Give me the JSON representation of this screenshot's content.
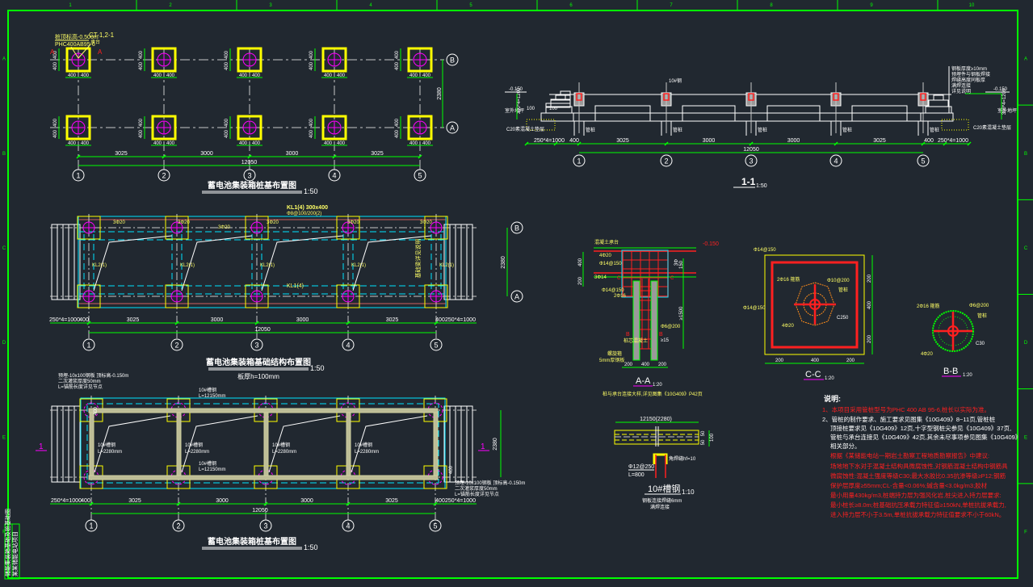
{
  "app": {
    "type": "CAD drawing viewer",
    "background": "#212830"
  },
  "colors": {
    "frame": "#00ff00",
    "pile_cap": "#ffff00",
    "pile": "#ff00ff",
    "axis_line": "#c8c8c8",
    "beam_dash": "#00e5ff",
    "rebar": "#ff2020",
    "note_text": "#ff2020",
    "text_white": "#ffffff",
    "text_yellow": "#ffff66",
    "dim": "#00ff00",
    "cc_orange": "#ff8c1a"
  },
  "border": {
    "top_columns": [
      "1",
      "2",
      "3",
      "4",
      "5",
      "6",
      "7",
      "8",
      "9",
      "10"
    ],
    "right_rows": [
      "A",
      "B",
      "C",
      "D",
      "E",
      "F"
    ],
    "title_block": [
      "储能集装箱基础及桩基础图",
      "某某储能电站项目"
    ]
  },
  "plan1": {
    "title": "蓄电池集装箱桩基布置图",
    "scale": "1:50",
    "axes": [
      "1",
      "2",
      "3",
      "4",
      "5"
    ],
    "rows": [
      "B",
      "A"
    ],
    "spans": [
      "3025",
      "3000",
      "3000",
      "3025"
    ],
    "total": "12050",
    "row_spacing": "2380",
    "cap_dims": [
      "400",
      "400"
    ],
    "pile_label_1": "桩顶标高-0.500m",
    "pile_label_2": "PHC400AB95-6",
    "cap_label": "CT-1,2-1",
    "cap_sub": "承台",
    "section_mark": "A"
  },
  "section11": {
    "title": "1-1",
    "scale": "1:50",
    "axes": [
      "1",
      "2",
      "3",
      "4",
      "5"
    ],
    "spans": [
      "3025",
      "3000",
      "3000",
      "3025"
    ],
    "total": "12050",
    "side_left": "250*4=1000",
    "side_right": "250*4=1000",
    "edge": "400",
    "elev_top": "-0.150",
    "elev_ground": "室外地坪",
    "step_dim": "300*4=1200",
    "dim_100": "100",
    "gravel": "C20素混凝土垫层",
    "pile_tag": "管桩",
    "notes": [
      "钢板厚度≥10mm",
      "预埋件与钢板焊接",
      "焊缝高度同板厚",
      "满焊连接",
      "详见说明"
    ]
  },
  "plan2": {
    "title": "蓄电池集装箱基础结构布置图",
    "scale": "1:50",
    "subtitle": "板厚h=100mm",
    "axes": [
      "1",
      "2",
      "3",
      "4",
      "5"
    ],
    "spans": [
      "3025",
      "3000",
      "3000",
      "3025"
    ],
    "total": "12050",
    "row_spacing": "2380",
    "side_left": "250*4=1000",
    "side_right": "250*4=1000",
    "edge": "400",
    "beam_top": "KL1(4) 300x400",
    "beam_top_sub": "Φ8@100/200(2)",
    "beam_bottom": "KL1(4)",
    "cap_tag": "3Φ20",
    "stub_tag": "KL2(1)",
    "side_note": "基础梁详见说明"
  },
  "plan3": {
    "title": "蓄电池集装箱桩基布置图",
    "scale": "1:50",
    "axes": [
      "1",
      "2",
      "3",
      "4",
      "5"
    ],
    "spans": [
      "3025",
      "3000",
      "3000",
      "3025"
    ],
    "total": "12050",
    "row_spacing": "2380",
    "side_left": "250*4=1000",
    "side_right": "250*4=1000",
    "edge": "400",
    "rail_top": "10#槽钢",
    "rail_top_len": "L=12150mm",
    "rail_bottom": "10#槽钢",
    "rail_bottom_len": "L=12150mm",
    "cross": "10#槽钢",
    "cross_len": "L=2280mm",
    "corner_note_1": "预埋-10x100钢板 顶标高-0.150m",
    "corner_note_2": "二次灌浆厚度50mm",
    "corner_note_3": "L=锚筋长度详见节点",
    "cut_mark": "1",
    "cap_dim": "400"
  },
  "sectionAA": {
    "title": "A-A",
    "scale": "1:20",
    "elev": "-0.150",
    "labels": [
      "混凝土承台",
      "4Φ20",
      "Φ14@150",
      "3Φ14",
      "Φ14@150",
      "2Φ16",
      "桩芯混凝土",
      "螺旋箍",
      "5mm厚钢板",
      "Φ6@200",
      "≥15",
      "C30"
    ],
    "dims": [
      "400",
      "200",
      "150",
      "150",
      "≥1500"
    ],
    "bottom_dims": [
      "200",
      "400",
      "200"
    ],
    "note": "桩与承台连接大样,详见图集《10G409》P42页",
    "marks": [
      "B",
      "B",
      "C",
      "C"
    ]
  },
  "sectionCC": {
    "title": "C-C",
    "scale": "1:20",
    "labels": [
      "Φ14@150",
      "2Φ16 箍筋",
      "Φ10@200",
      "管桩",
      "Φ14@150",
      "4Φ20",
      "C250"
    ],
    "side_dims": [
      "200",
      "400",
      "200"
    ],
    "bottom_dims": [
      "200",
      "400",
      "200"
    ]
  },
  "sectionBB": {
    "title": "B-B",
    "scale": "1:20",
    "labels": [
      "2Φ16 箍筋",
      "Φ6@200",
      "管桩",
      "4Φ20",
      "C30"
    ]
  },
  "rail_detail": {
    "title": "10#槽钢",
    "scale": "1:10",
    "length": "12150(2280)",
    "dims": [
      "50",
      "50",
      "100"
    ],
    "anchor": "Φ12@250",
    "anchor_len": "L=800",
    "plate": "角焊缝hf=10",
    "note_1": "钢板连接焊缝6mm",
    "note_2": "满焊连接"
  },
  "notes": {
    "heading": "说明:",
    "items": [
      "1、本项目采用管桩型号为PHC 400 AB 95-6,桩长以实际为准。",
      "2、管桩的制作要求、施工要求见图集《10G409》8~11页,管桩桩",
      "顶接桩要求见《10G409》12页,十字型钢桩尖参见《10G409》37页,",
      "管桩与承台连接见《10G409》42页,其余未尽事项参见图集《10G409》",
      "相关部分。",
      "根据《某储能电站一期岩土勘察工程地质勘察报告》中建议:",
      "场地地下水对于混凝土结构具微腐蚀性,对钢筋混凝土结构中钢筋具",
      "微腐蚀性:混凝土强度等级C30;最大水胶比0.35抗渗等级≥P12;钢筋",
      "保护层厚度≥55mm;CL-含量<0.06%;碱含量<3.0kg/m3;胶材",
      "最小用量430kg/m3,桩端持力层为强风化岩,桩尖进入持力层要求:",
      "最小桩长≥8.0m;桩基础抗压承载力特征值≥150kN,单桩抗拔承载力,",
      "进入持力层不小于3.5m,单桩抗拔承载力特征值要求不小于60kN。"
    ]
  }
}
